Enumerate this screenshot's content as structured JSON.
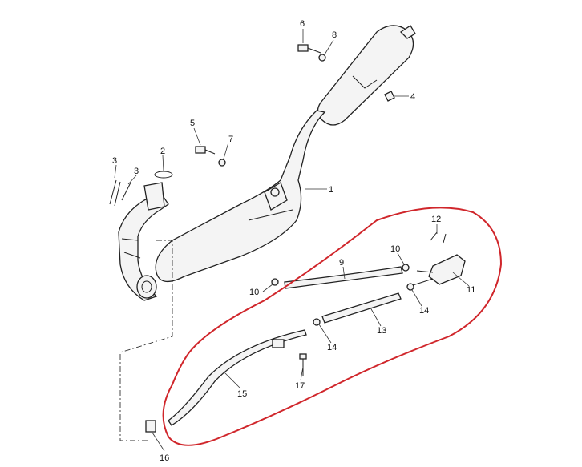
{
  "callouts": {
    "c1": "1",
    "c2": "2",
    "c3a": "3",
    "c3b": "3",
    "c4": "4",
    "c5": "5",
    "c6": "6",
    "c7": "7",
    "c8": "8",
    "c9": "9",
    "c10a": "10",
    "c10b": "10",
    "c11": "11",
    "c12": "12",
    "c13": "13",
    "c14a": "14",
    "c14b": "14",
    "c15": "15",
    "c16": "16",
    "c17": "17"
  },
  "colors": {
    "highlight_outline": "#d0262b",
    "line_art": "#222222"
  }
}
